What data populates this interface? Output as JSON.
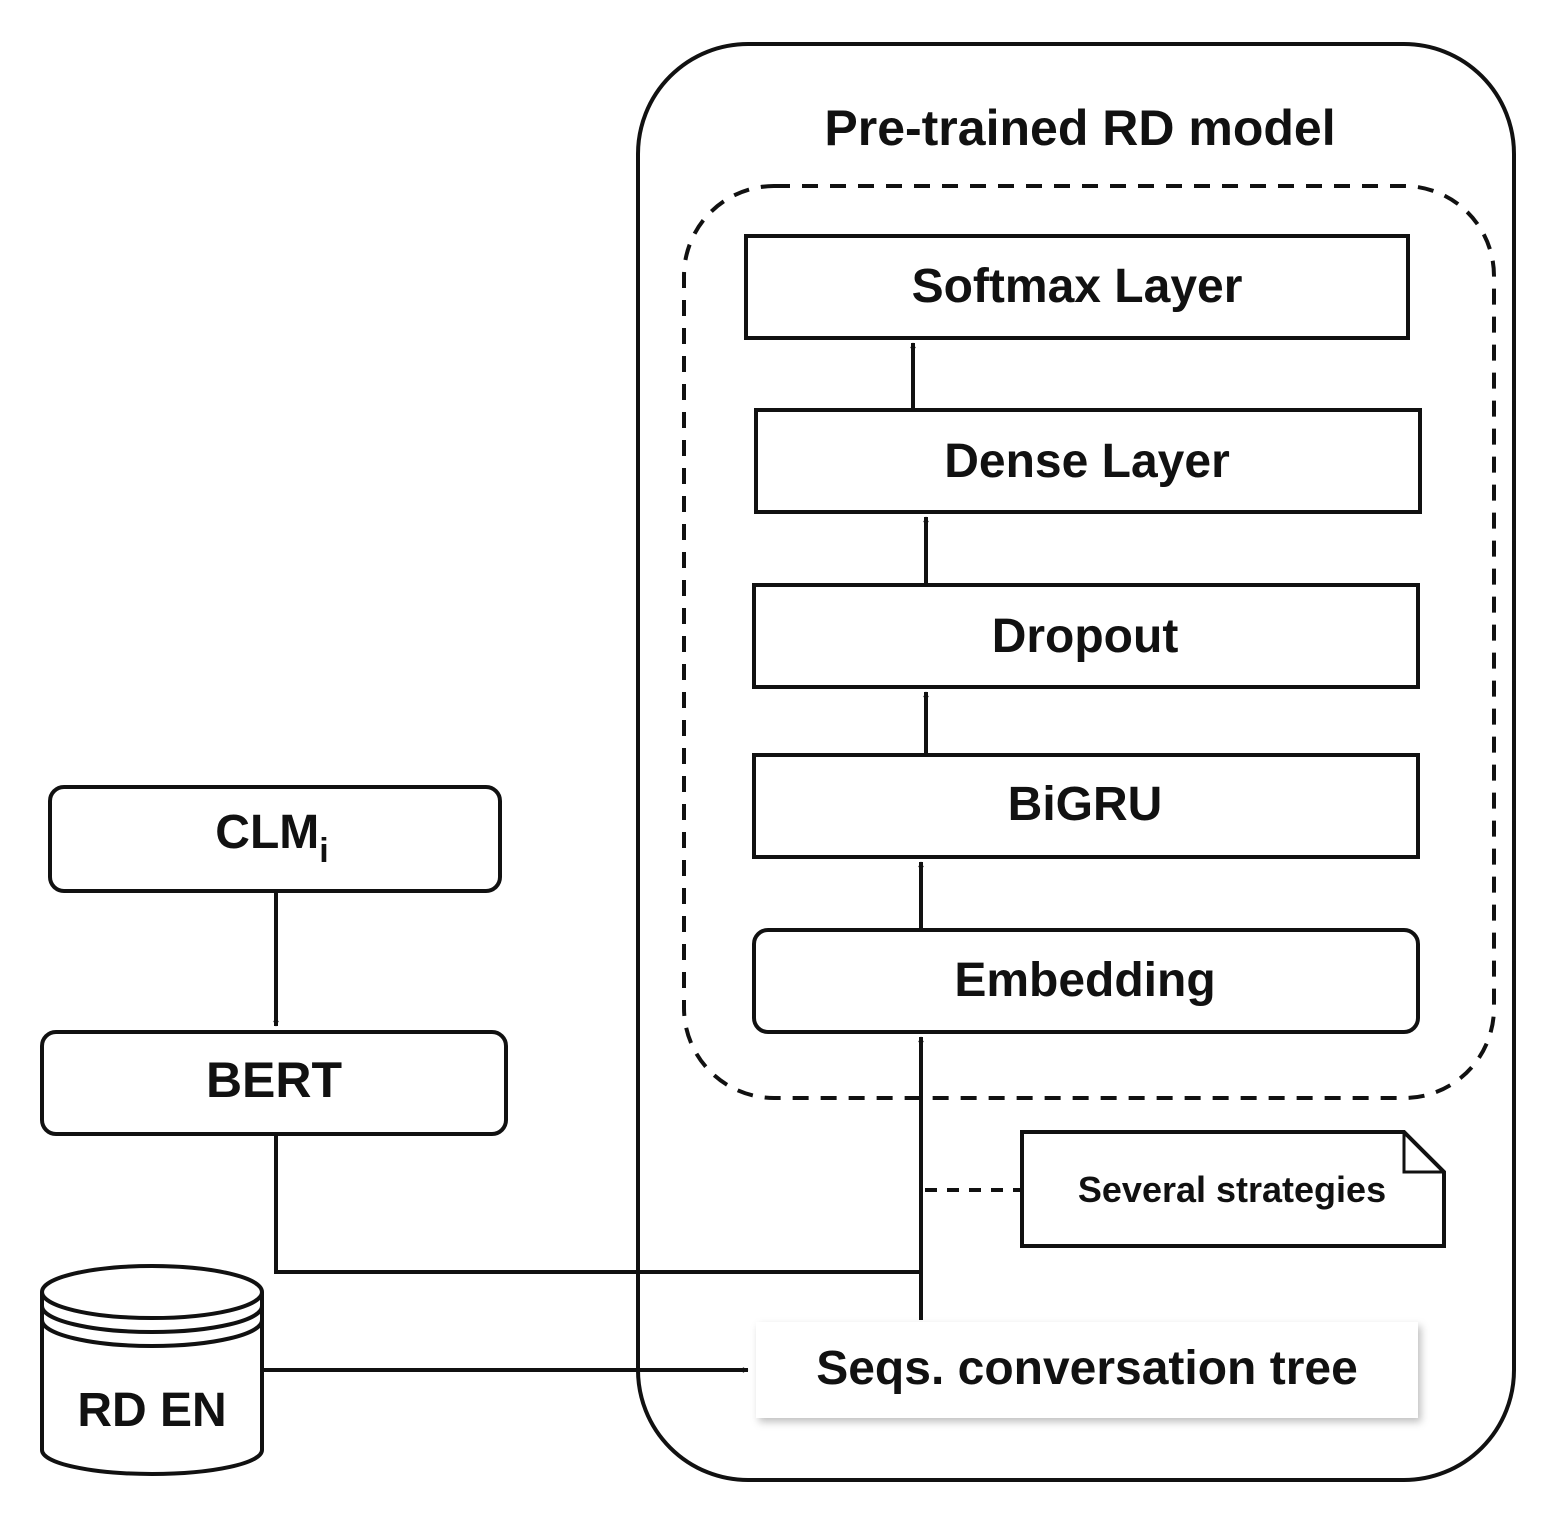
{
  "container": {
    "title": "Pre-trained RD model"
  },
  "layers": {
    "softmax": "Softmax Layer",
    "dense": "Dense Layer",
    "dropout": "Dropout",
    "bigru": "BiGRU",
    "embedding": "Embedding"
  },
  "note": {
    "text": "Several strategies"
  },
  "input": {
    "seqs": "Seqs. conversation tree"
  },
  "left": {
    "clm_main": "CLM",
    "clm_sub": "i",
    "bert": "BERT",
    "dataset": "RD EN"
  },
  "colors": {
    "stroke": "#111111",
    "background": "#ffffff"
  }
}
